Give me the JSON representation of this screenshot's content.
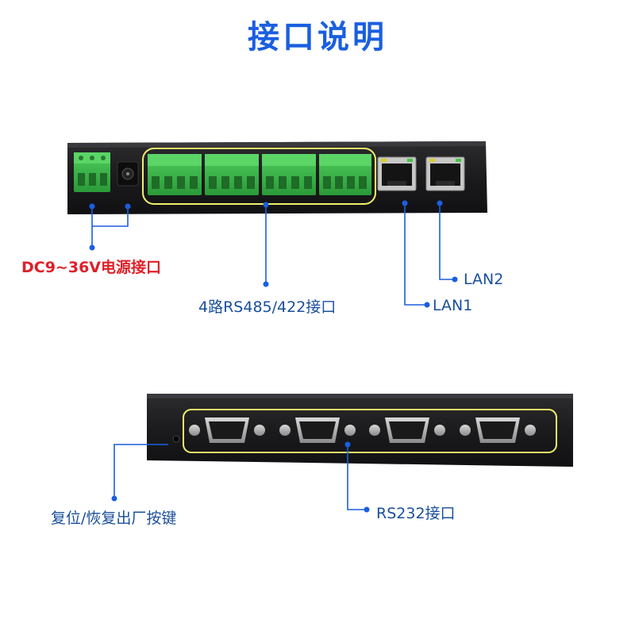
{
  "title": "接口说明",
  "labels": {
    "power": "DC9~36V电源接口",
    "rs485": "4路RS485/422接口",
    "lan1": "LAN1",
    "lan2": "LAN2",
    "rs232": "RS232接口",
    "reset": "复位/恢复出厂按键"
  },
  "colors": {
    "title": "#1a5fe0",
    "label": "#1a4f9c",
    "power_label": "#e0202a",
    "leader": "#1a5fe0",
    "highlight": "#f0f06a",
    "terminal": "#3cb54a",
    "chassis": "#1b1b1d"
  }
}
